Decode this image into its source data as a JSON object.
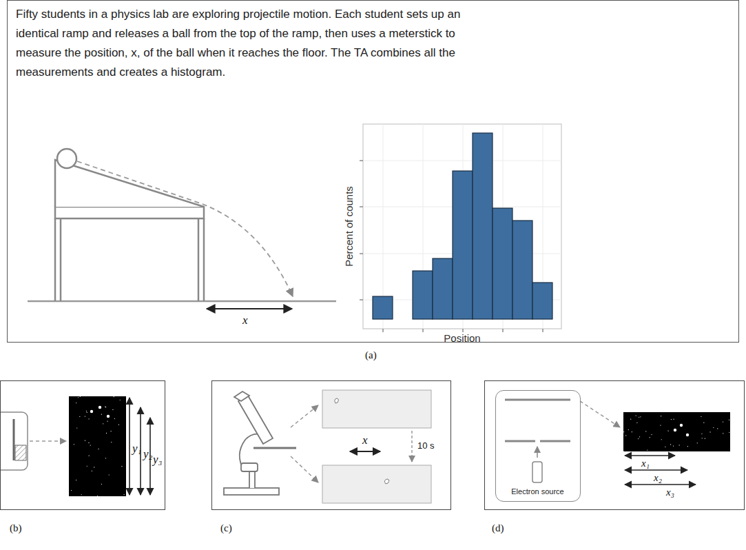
{
  "diagram": {
    "nodes": [
      {
        "text": [
          "Fifty students in a physics lab are exploring projectile motion. Each student sets up an identical ramp and releases a ball from the top of the ramp, then uses a meterstick to measure the position, x, of the ball when it reaches the floor. The TA combines all the measurements and creates a histogram."
        ]
      },
      {
        "text": [
          "y₁",
          "y₂",
          "y₃"
        ]
      },
      {
        "text": [
          "x",
          "10 s"
        ]
      },
      {
        "text": [
          "x₁",
          "x₂",
          "x₃"
        ]
      },
      {
        "text": [
          "Electron source"
        ],
        "in": 3
      }
    ],
    "labels": [
      "(a)",
      "(b)",
      "(c)",
      "(d)",
      "x",
      "Percent of counts",
      "Position"
    ]
  }
}
